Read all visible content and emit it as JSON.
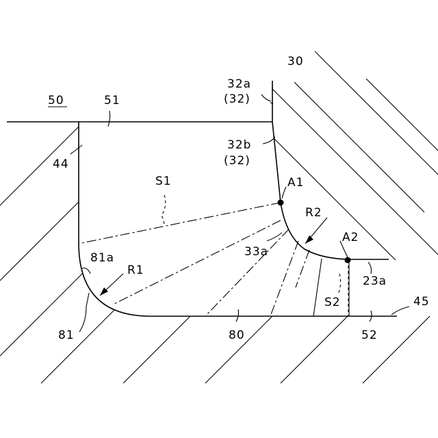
{
  "labels": {
    "ref_50": "50",
    "ref_51": "51",
    "ref_30": "30",
    "ref_32a": "32a",
    "ref_32a_paren": "(32)",
    "ref_32b": "32b",
    "ref_32b_paren": "(32)",
    "ref_44": "44",
    "ref_S1": "S1",
    "ref_A1": "A1",
    "ref_R2": "R2",
    "ref_33a": "33a",
    "ref_A2": "A2",
    "ref_81a": "81a",
    "ref_R1": "R1",
    "ref_23a": "23a",
    "ref_S2": "S2",
    "ref_45": "45",
    "ref_81": "81",
    "ref_80": "80",
    "ref_52": "52"
  }
}
